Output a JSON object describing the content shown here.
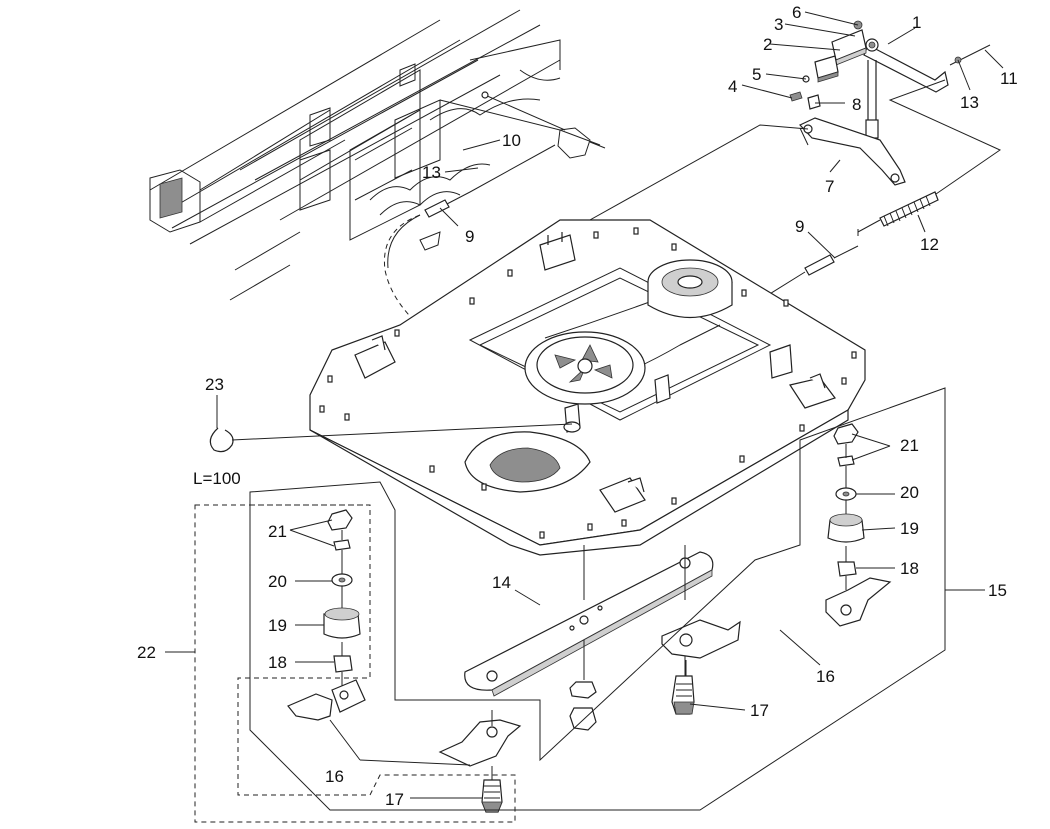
{
  "callouts": {
    "c1": "1",
    "c2": "2",
    "c3": "3",
    "c4": "4",
    "c5": "5",
    "c6": "6",
    "c7": "7",
    "c8": "8",
    "c9a": "9",
    "c9b": "9",
    "c10": "10",
    "c11": "11",
    "c12": "12",
    "c13a": "13",
    "c13b": "13",
    "c14": "14",
    "c15": "15",
    "c16a": "16",
    "c16b": "16",
    "c17a": "17",
    "c17b": "17",
    "c18a": "18",
    "c18b": "18",
    "c19a": "19",
    "c19b": "19",
    "c20a": "20",
    "c20b": "20",
    "c21a": "21",
    "c21b": "21",
    "c22": "22",
    "c23": "23"
  },
  "note_length": "L=100",
  "colors": {
    "line": "#222222",
    "shade": "#8e8e8e",
    "light": "#cfcfcf",
    "background": "#ffffff"
  }
}
